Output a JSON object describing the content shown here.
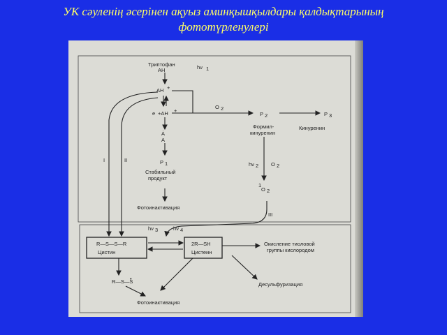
{
  "title": {
    "line1": "УК сәуленің әсерінен ақуыз аминқышқылдары қалдықтарының",
    "line2": "фототүрленулері"
  },
  "diagram": {
    "tryptophan": "Триптофан",
    "ah": "AH",
    "hv1": "hν",
    "hv1_sub": "1",
    "ah_plus": "AH",
    "ah_plus_sup": "+",
    "e_ah": "e",
    "e_ah_rest": "+AH",
    "e_ah_sup": "+",
    "a_dot": "Ȧ",
    "a_dot2": "A",
    "o2": "O",
    "o2_sub": "2",
    "p2": "P",
    "p2_sub": "2",
    "p3": "P",
    "p3_sub": "3",
    "formylkynurenine_1": "Формил-",
    "formylkynurenine_2": "кинуренин",
    "kynurenine": "Кинуренин",
    "hv2": "hν",
    "hv2_sub": "2",
    "o2b": "O",
    "o2b_sub": "2",
    "singlet_o2_sup": "1",
    "singlet_o2": "O",
    "singlet_o2_sub": "2",
    "roman_1": "I",
    "roman_2": "II",
    "roman_3": "III",
    "p1": "P",
    "p1_sub": "1",
    "stable_1": "Стабильный",
    "stable_2": "продукт",
    "photoinact_top": "Фотоинактивация",
    "hv3": "hν",
    "hv3_sub": "3",
    "hv4": "hν",
    "hv4_sub": "4",
    "cystine_formula": "R—S—S—R",
    "cystine": "Цистин",
    "cysteine_formula": "2R—SH",
    "cysteine": "Цистеин",
    "oxidation_1": "Окисление тиоловой",
    "oxidation_2": "группы кислородом",
    "rss_radical": "R—S—S",
    "rss_radical_sup": "•",
    "desulfurization": "Десульфуризация",
    "photoinact_bottom": "Фотоинактивация"
  }
}
